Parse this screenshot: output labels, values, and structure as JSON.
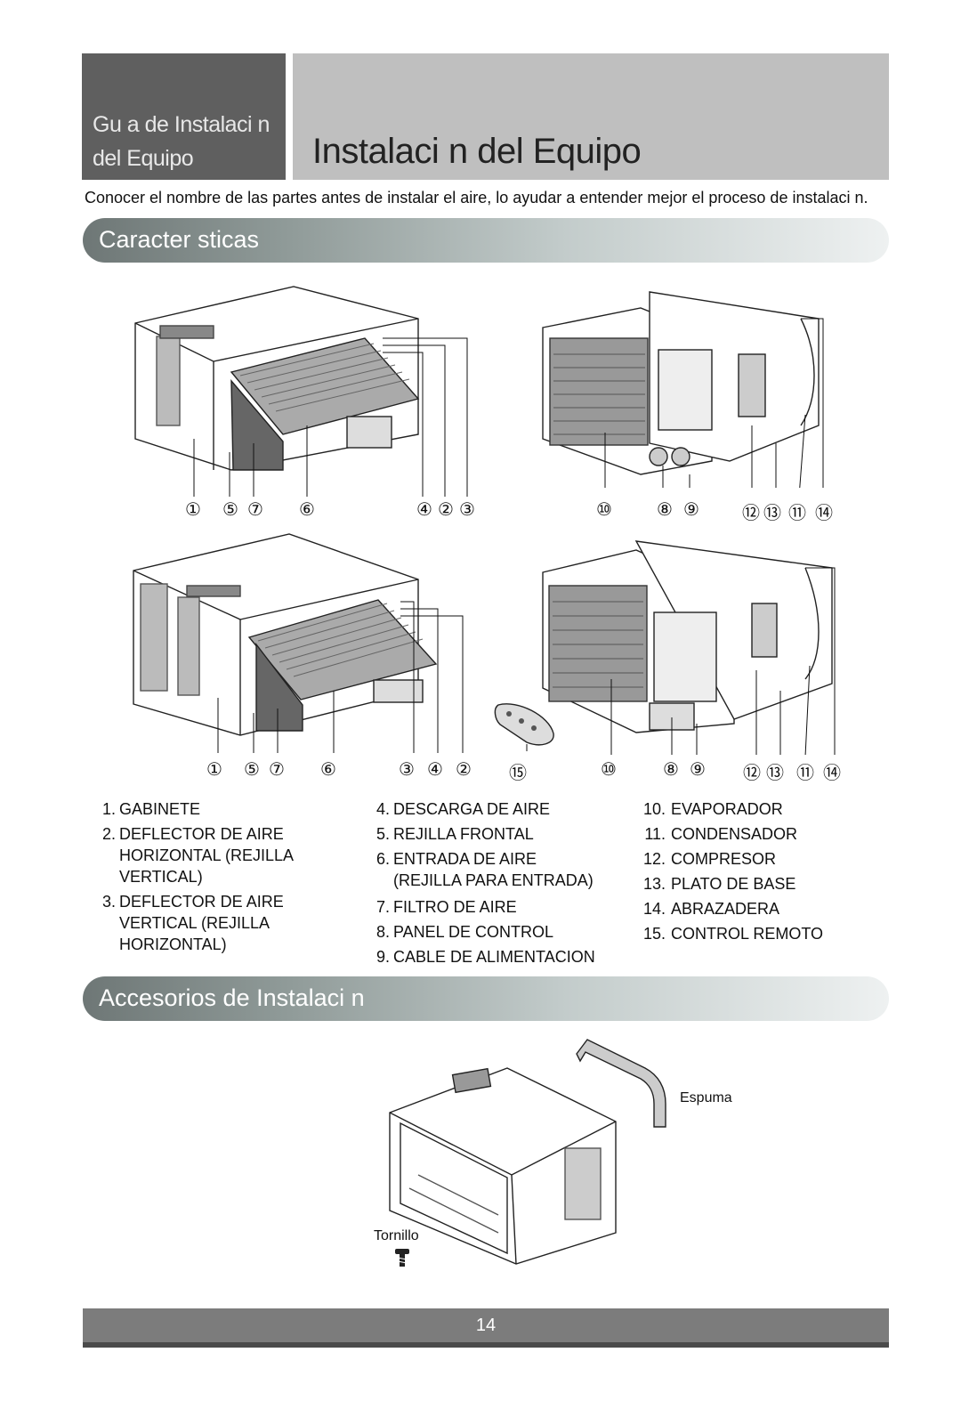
{
  "header": {
    "left_line1": "Gu a de Instalaci   n",
    "left_line2": "del Equipo",
    "title": "Instalaci    n del Equipo"
  },
  "intro": "Conocer el nombre de las partes antes de instalar el aire, lo ayudar    a entender mejor el proceso de instalaci   n.",
  "sections": {
    "features": "Caracter   sticas",
    "accessories": "Accesorios de Instalaci     n"
  },
  "callouts": {
    "top_left": [
      "①",
      "⑤",
      "⑦",
      "⑥",
      "④",
      "②",
      "③"
    ],
    "top_right": [
      "⑩",
      "⑧",
      "⑨",
      "⑫",
      "⑬",
      "⑪",
      "⑭"
    ],
    "bottom_left": [
      "①",
      "⑤",
      "⑦",
      "⑥",
      "③",
      "④",
      "②",
      "⑮"
    ],
    "bottom_right": [
      "⑩",
      "⑧",
      "⑨",
      "⑫",
      "⑬",
      "⑪",
      "⑭"
    ]
  },
  "legend": {
    "col1": [
      {
        "num": "1.",
        "text": "GABINETE"
      },
      {
        "num": "2.",
        "text": "DEFLECTOR DE AIRE",
        "cont": [
          "HORIZONTAL (REJILLA",
          "VERTICAL)"
        ]
      },
      {
        "num": "3.",
        "text": "DEFLECTOR DE AIRE",
        "cont": [
          "VERTICAL (REJILLA",
          "HORIZONTAL)"
        ]
      }
    ],
    "col2": [
      {
        "num": "4.",
        "text": "DESCARGA DE AIRE"
      },
      {
        "num": "5.",
        "text": "REJILLA FRONTAL"
      },
      {
        "num": "6.",
        "text": "ENTRADA DE AIRE",
        "cont": [
          "(REJILLA PARA ENTRADA)"
        ]
      },
      {
        "num": "7.",
        "text": "FILTRO DE AIRE"
      },
      {
        "num": "8.",
        "text": "PANEL DE CONTROL"
      },
      {
        "num": "9.",
        "text": "CABLE DE ALIMENTACION"
      }
    ],
    "col3": [
      {
        "num": "10.",
        "text": "EVAPORADOR"
      },
      {
        "num": "11.",
        "text": "CONDENSADOR"
      },
      {
        "num": "12.",
        "text": "COMPRESOR"
      },
      {
        "num": "13.",
        "text": "PLATO DE BASE"
      },
      {
        "num": "14.",
        "text": "ABRAZADERA"
      },
      {
        "num": "15.",
        "text": "CONTROL REMOTO"
      }
    ]
  },
  "accessories": {
    "foam_label": "Espuma",
    "screw_label": "Tornillo"
  },
  "page_number": "14"
}
